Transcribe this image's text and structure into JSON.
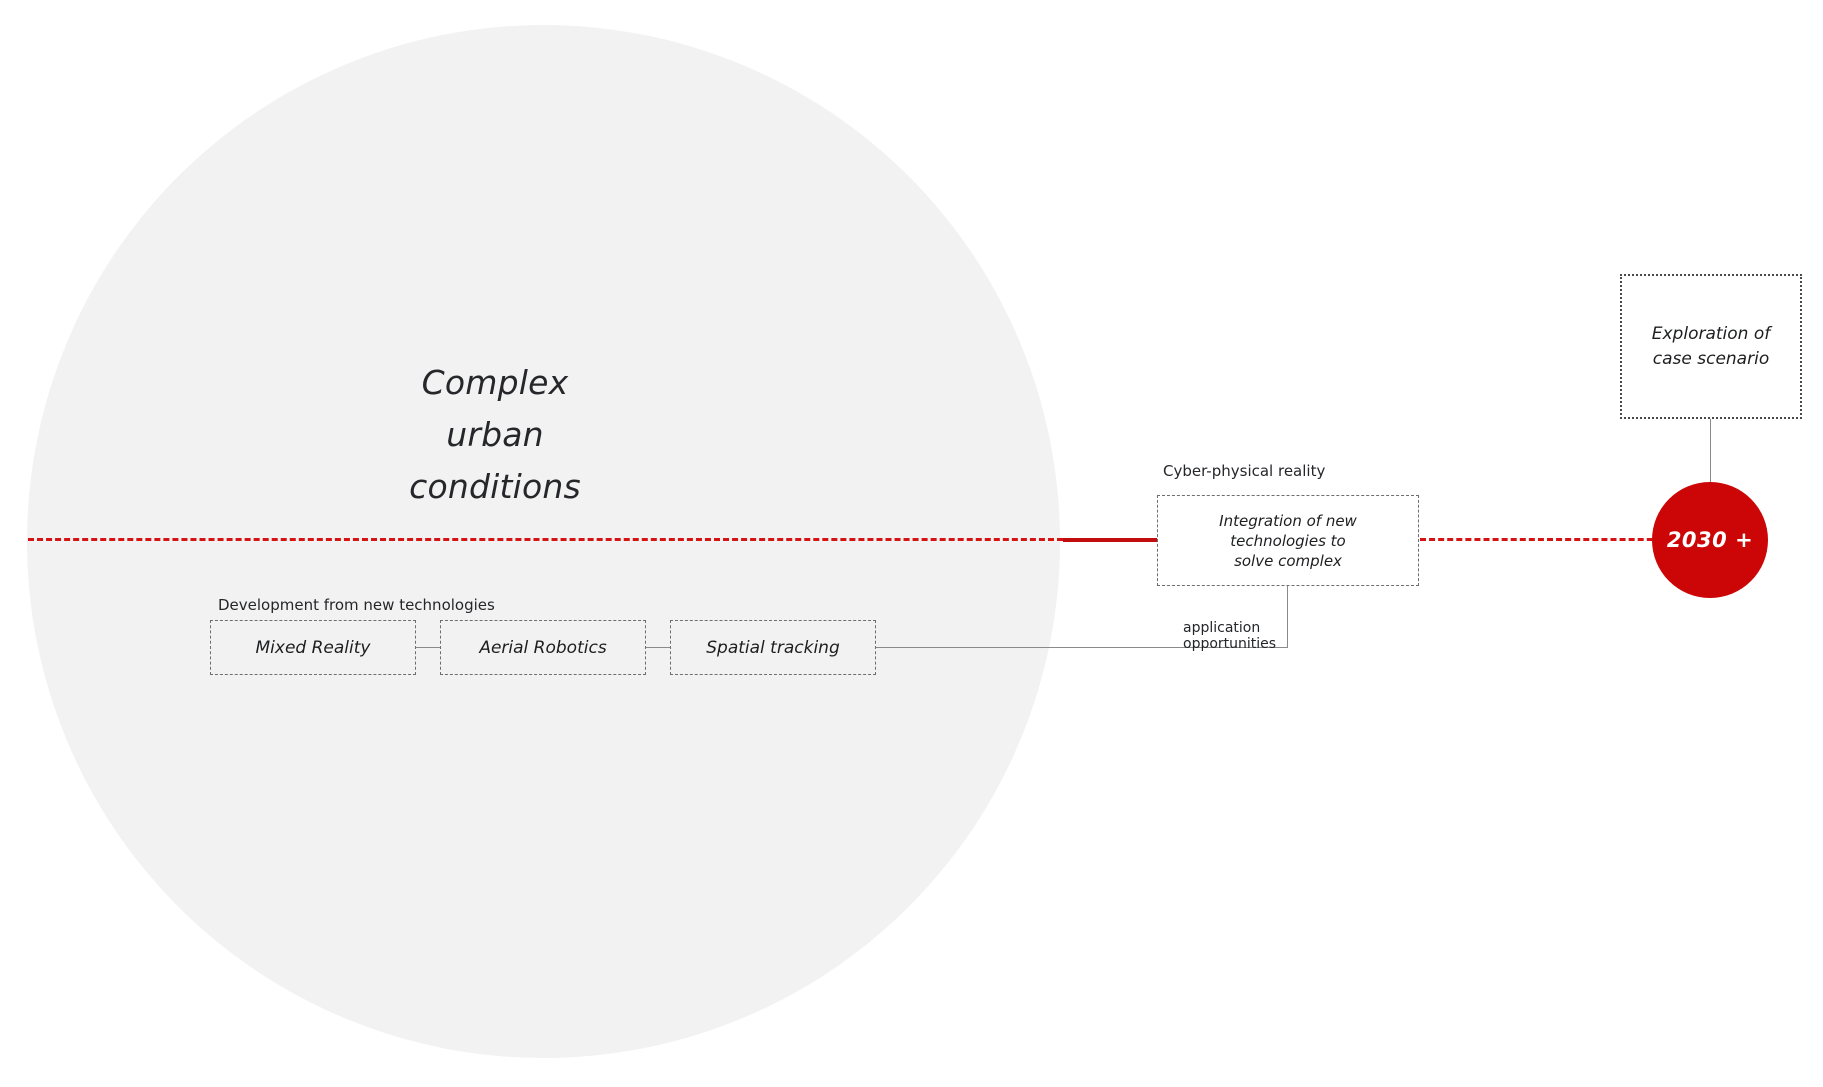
{
  "diagram": {
    "title_lines": [
      "Complex",
      "urban",
      "conditions"
    ],
    "colors": {
      "context_fill": "#f2f2f2",
      "timeline_red": "#d61313",
      "milestone_red": "#cc0606",
      "connector_gray": "#8a8a8a",
      "text_dark": "#1d1e20"
    }
  },
  "tech_group": {
    "caption": "Development from new technologies",
    "boxes": [
      {
        "label": "Mixed Reality"
      },
      {
        "label": "Aerial Robotics"
      },
      {
        "label": "Spatial tracking"
      }
    ]
  },
  "integration": {
    "caption": "Cyber-physical reality",
    "lines": [
      "Integration of new technologies to",
      "solve complex"
    ],
    "edge_label_lines": [
      "application",
      "opportunities"
    ]
  },
  "exploration": {
    "lines": [
      "Exploration of",
      "case scenario"
    ]
  },
  "milestone": {
    "label": "2030 +"
  }
}
